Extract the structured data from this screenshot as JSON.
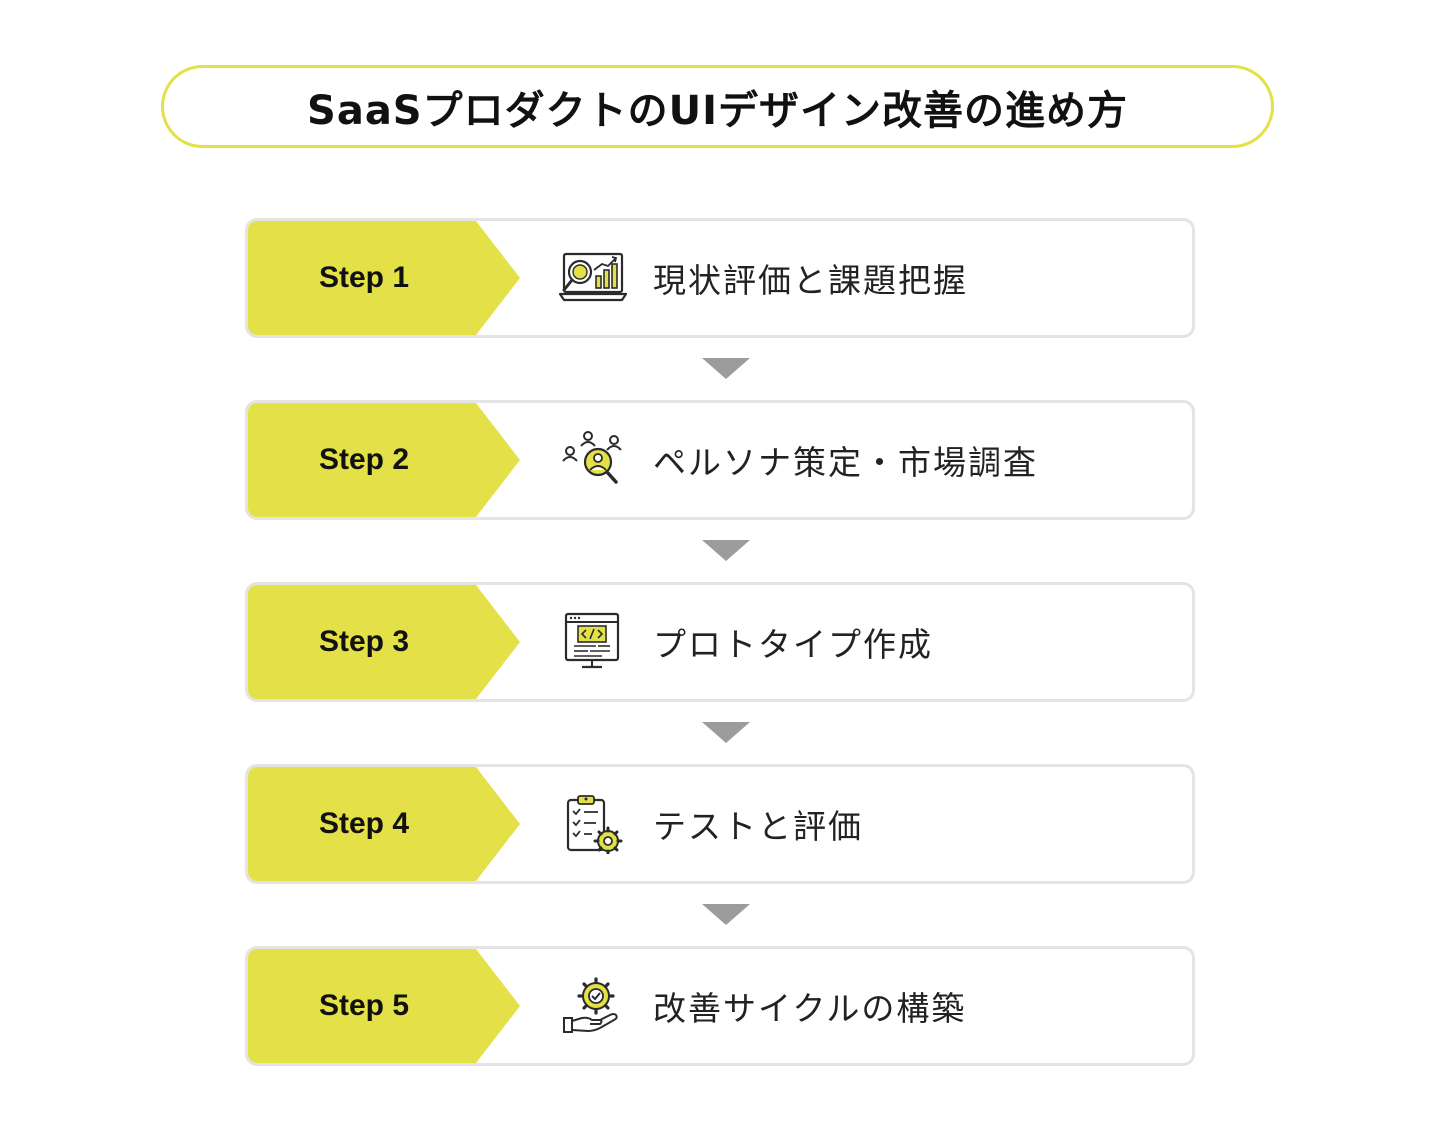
{
  "title": "SaaSプロダクトのUIデザイン改善の進め方",
  "colors": {
    "accent": "#e3e147",
    "card_border": "#e4e4e4",
    "connector": "#9c9c9c",
    "icon_stroke": "#2b2b2b"
  },
  "steps": [
    {
      "tag": "Step 1",
      "label": "現状評価と課題把握",
      "icon": "analytics-monitor-icon"
    },
    {
      "tag": "Step 2",
      "label": "ペルソナ策定・市場調査",
      "icon": "user-research-icon"
    },
    {
      "tag": "Step 3",
      "label": "プロトタイプ作成",
      "icon": "code-window-icon"
    },
    {
      "tag": "Step 4",
      "label": "テストと評価",
      "icon": "checklist-gear-icon"
    },
    {
      "tag": "Step 5",
      "label": "改善サイクルの構築",
      "icon": "hand-gear-check-icon"
    }
  ]
}
